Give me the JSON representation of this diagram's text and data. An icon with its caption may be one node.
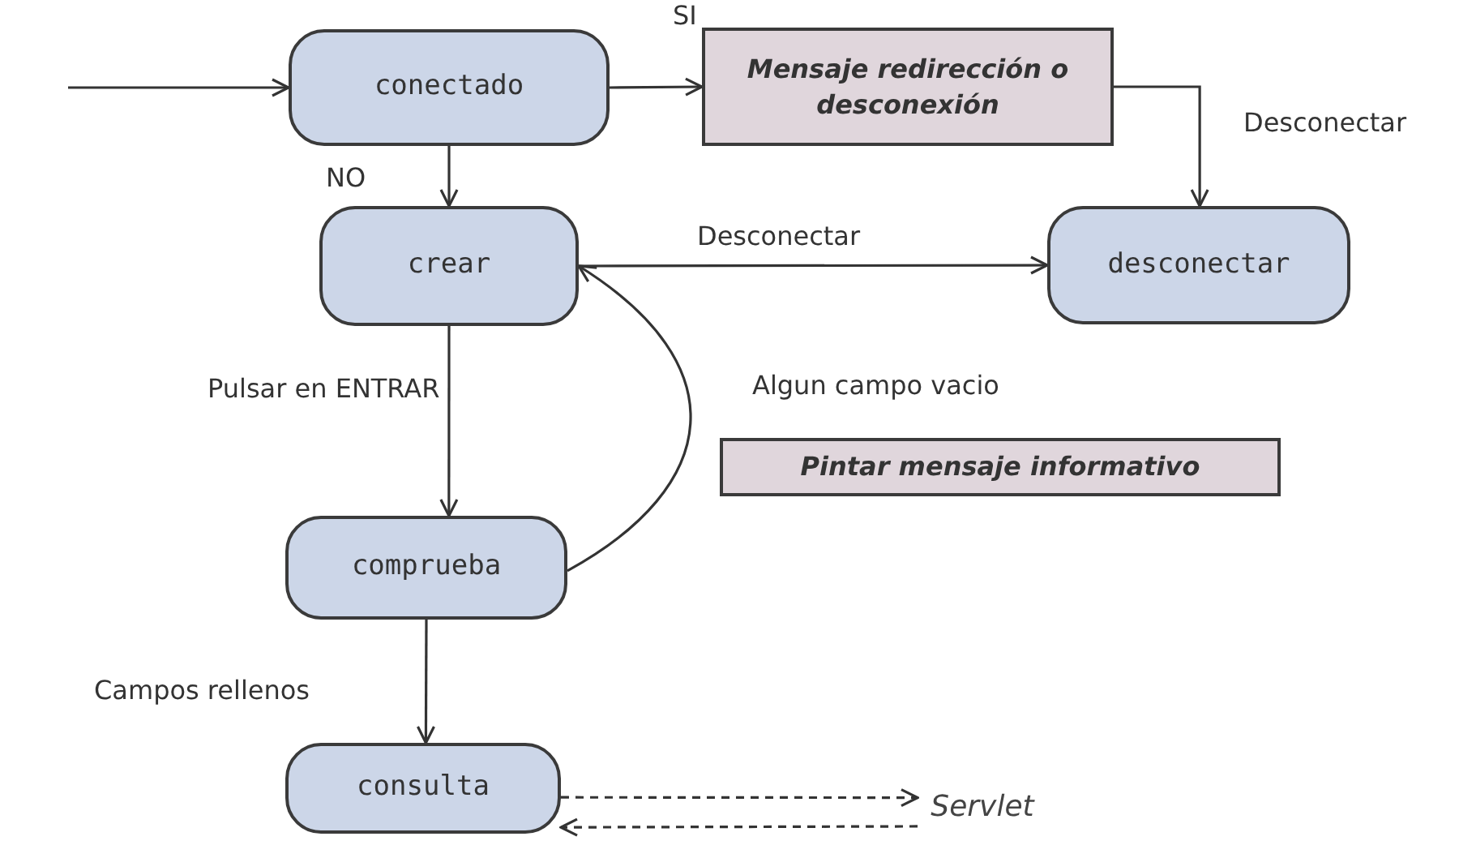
{
  "diagram": {
    "nodes": [
      {
        "text": [
          "conectado"
        ]
      },
      {
        "text": [
          "Mensaje redirección o desconexión"
        ]
      },
      {
        "text": [
          "crear"
        ]
      },
      {
        "text": [
          "desconectar"
        ]
      },
      {
        "text": [
          "Pintar mensaje informativo"
        ]
      },
      {
        "text": [
          "comprueba"
        ]
      },
      {
        "text": [
          "consulta"
        ]
      },
      {
        "text": [
          "Servlet"
        ]
      }
    ],
    "edges": [
      {
        "from": null,
        "to": 0,
        "arrow": "to"
      },
      {
        "from": 0,
        "to": 1,
        "arrow": "to",
        "label": "SI"
      },
      {
        "from": 0,
        "to": 2,
        "arrow": "to",
        "label": "NO"
      },
      {
        "from": 1,
        "to": 3,
        "arrow": "to",
        "label": "Desconectar"
      },
      {
        "from": 2,
        "to": 3,
        "arrow": "to",
        "label": "Desconectar"
      },
      {
        "from": 2,
        "to": 5,
        "arrow": "to",
        "label": "Pulsar en ENTRAR"
      },
      {
        "from": 5,
        "to": 2,
        "arrow": "to",
        "label": "Algun campo vacio"
      },
      {
        "from": 5,
        "to": 6,
        "arrow": "to",
        "label": "Campos rellenos"
      },
      {
        "from": 6,
        "to": 7,
        "arrow": "to",
        "style": "dashed"
      },
      {
        "from": 7,
        "to": 6,
        "arrow": "to",
        "style": "dashed"
      }
    ]
  }
}
